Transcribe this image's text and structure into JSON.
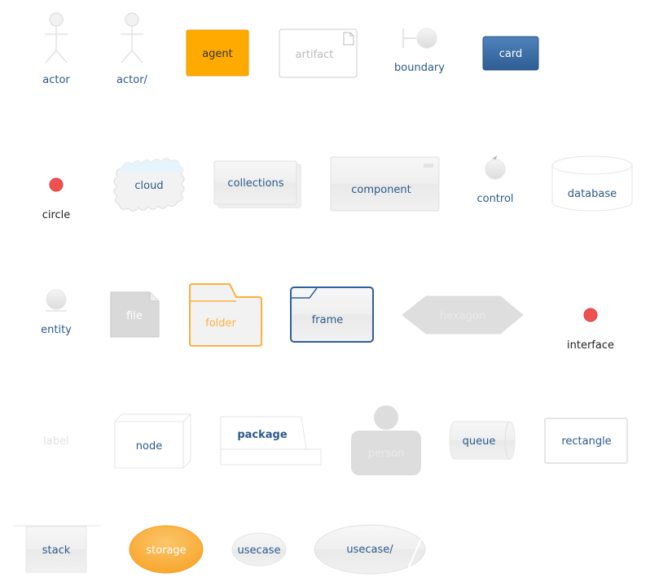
{
  "shapes": {
    "actor": "actor",
    "actor_alt": "actor/",
    "agent": "agent",
    "artifact": "artifact",
    "boundary": "boundary",
    "card": "card",
    "circle": "circle",
    "cloud": "cloud",
    "collections": "collections",
    "component": "component",
    "control": "control",
    "database": "database",
    "entity": "entity",
    "file": "file",
    "folder": "folder",
    "frame": "frame",
    "hexagon": "hexagon",
    "interface": "interface",
    "label": "label",
    "node": "node",
    "package": "package",
    "person": "person",
    "queue": "queue",
    "rectangle": "rectangle",
    "stack": "stack",
    "storage": "storage",
    "usecase": "usecase",
    "usecase_alt": "usecase/"
  },
  "colors": {
    "text_blue": "#2c5a8a",
    "text_dark": "#222222",
    "shape_fill": "#f2f2f2",
    "shape_stroke": "#dddddd",
    "orange_fill": "#ffaa00",
    "orange_stroke": "#e89a00",
    "orange_light": "#fbb040",
    "card_fill": "#3d6ea8",
    "frame_stroke": "#2e5f98",
    "red_dot": "#f05050",
    "file_fill": "#d9d9d9",
    "person_fill": "#dddddd",
    "faint_text": "#e0e0e0"
  }
}
